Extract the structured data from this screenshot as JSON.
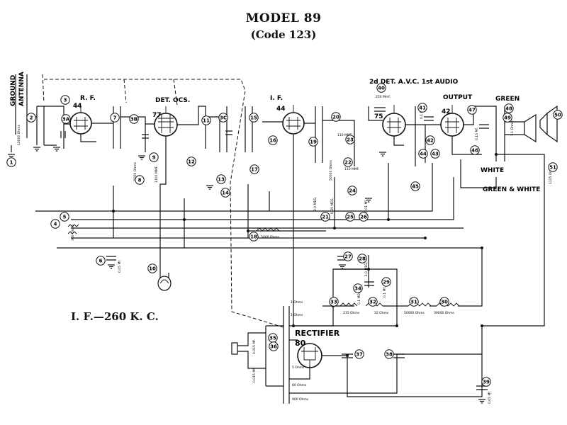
{
  "header": {
    "model": "MODEL 89",
    "code": "(Code 123)"
  },
  "notes": {
    "if_frequency": "I. F.—260 K. C."
  },
  "inputs": {
    "ground": "GROUND",
    "antenna": "ANTENNA"
  },
  "stages": {
    "rf": "R. F.",
    "det_osc": "DET. OCS.",
    "if": "I. F.",
    "det_avc": "2d DET. A.V.C. 1st AUDIO",
    "output": "OUTPUT",
    "rectifier": "RECTIFIER"
  },
  "tubes": {
    "rf": "44",
    "det_osc": "77",
    "if": "44",
    "det_avc": "75",
    "output": "42",
    "rectifier": "80"
  },
  "wire_colors": {
    "green": "GREEN",
    "white": "WHITE",
    "green_white": "GREEN & WHITE"
  },
  "values": {
    "v40": "250 Mmf.",
    "v22a": "110 MMF.",
    "v22b": "110 MMF.",
    "v18": "5000 Ohms",
    "v33": "235 Ohms",
    "v32": "32 Ohms",
    "v31": "50000 Ohms",
    "v30": "39000 Ohms",
    "v2": "10000 Ohms",
    "v5": "300 Ohms",
    "v6": "0.05 Mf.",
    "v8": "5000 Ohms",
    "v9": "1100 MMF.",
    "v41": "0.1 Mf.",
    "v47": "0.15 Mf.",
    "v49": "1.1 Ohms",
    "v51": "1125 Ohms",
    "v36a": "0.015 Mf.",
    "v36b": "0.015 Mf.",
    "v39": "0.05 Mf.",
    "v29": "0.1 Mf.",
    "v28": "1.0 MEG.",
    "v34": "0.1 MEG.",
    "v26": "0.01 Mf.",
    "v25": "0.35 MEG.",
    "v21": "2.0 MEG.",
    "v23": "50000 Ohms",
    "t1": "1 Ohms",
    "t2": "1 Ohms",
    "t3": "5 Ohms",
    "t4": "60 Ohms",
    "t5": "900 Ohms"
  },
  "parts": [
    "1",
    "2",
    "3",
    "4",
    "5",
    "6",
    "7",
    "8",
    "9",
    "10",
    "11",
    "12",
    "13",
    "14",
    "15",
    "16",
    "17",
    "18",
    "19",
    "20",
    "21",
    "22",
    "23",
    "24",
    "25",
    "26",
    "27",
    "28",
    "29",
    "30",
    "31",
    "32",
    "33",
    "34",
    "3A",
    "3B",
    "3C",
    "35",
    "36",
    "37",
    "38",
    "39",
    "40",
    "41",
    "42",
    "43",
    "44",
    "45",
    "46",
    "47",
    "48",
    "49",
    "50",
    "51"
  ]
}
